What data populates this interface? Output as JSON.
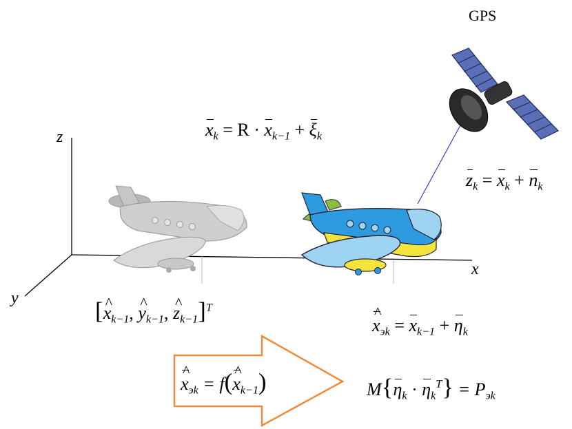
{
  "gps_label": "GPS",
  "axes": {
    "x": "x",
    "y": "y",
    "z": "z"
  },
  "formulas": {
    "state_equation": {
      "lhs": "x",
      "lhs_sub": "k",
      "eq": " = R · ",
      "x": "x",
      "x_sub": "k−1",
      "plus": " + ",
      "xi": "ξ",
      "xi_sub": "k"
    },
    "measurement_equation": {
      "lhs": "z",
      "lhs_sub": "k",
      "eq": " = ",
      "x": "x",
      "x_sub": "k",
      "plus": " + ",
      "n": "n",
      "n_sub": "k"
    },
    "prior_state_vector": {
      "open": "[",
      "x": "x",
      "x_sub": "k−1",
      "y": "y",
      "y_sub": "k−1",
      "z": "z",
      "z_sub": "k−1",
      "close": "]",
      "sup": "T",
      "comma": ", "
    },
    "predicted_state": {
      "lhs": "x",
      "lhs_sub": "эk",
      "eq": " = ",
      "x": "x",
      "x_sub": "k−1",
      "plus": " + ",
      "eta": "η",
      "eta_sub": "k"
    },
    "extrapolation": {
      "lhs": "x",
      "lhs_sub": "эk",
      "eq": " = f",
      "arg": "x",
      "arg_sub": "k−1"
    },
    "covariance": {
      "M": "M",
      "eta": "η",
      "eta_sub": "k",
      "dot": " · ",
      "eta2": "η",
      "eta2_sub": "k",
      "eta2_sup": "T",
      "eq": " = P",
      "P_sub": "эk"
    }
  },
  "colors": {
    "arrow_stroke": "#F28A3A",
    "plane_blue": "#2E9BE0",
    "plane_light_blue": "#9FD3F2",
    "plane_yellow": "#F2E43A",
    "plane_green": "#8BBE3A",
    "plane_gray": "#BDBDBD",
    "link_line": "#3344CC"
  }
}
